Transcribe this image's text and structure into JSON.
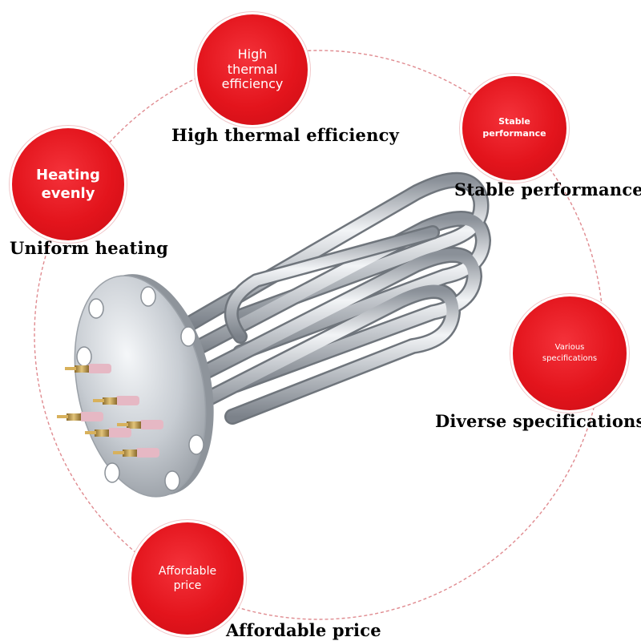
{
  "features": {
    "thermal": {
      "bubble_text": "High\nthermal\nefficiency",
      "caption": "High thermal efficiency"
    },
    "uniform": {
      "bubble_text": "Heating\nevenly",
      "caption": "Uniform heating"
    },
    "stable": {
      "bubble_text": "Stable\nperformance",
      "caption": "Stable performance"
    },
    "specs": {
      "bubble_text": "Various\nspecifications",
      "caption": "Diverse specifications"
    },
    "price": {
      "bubble_text": "Affordable\nprice",
      "caption": "Affordable price"
    }
  },
  "colors": {
    "bubble_red": "#e3141c",
    "ring_dash": "#e08b90",
    "caption_text": "#000000",
    "steel": "#b9bec4"
  },
  "product": {
    "icon": "flange-immersion-heater-icon"
  }
}
